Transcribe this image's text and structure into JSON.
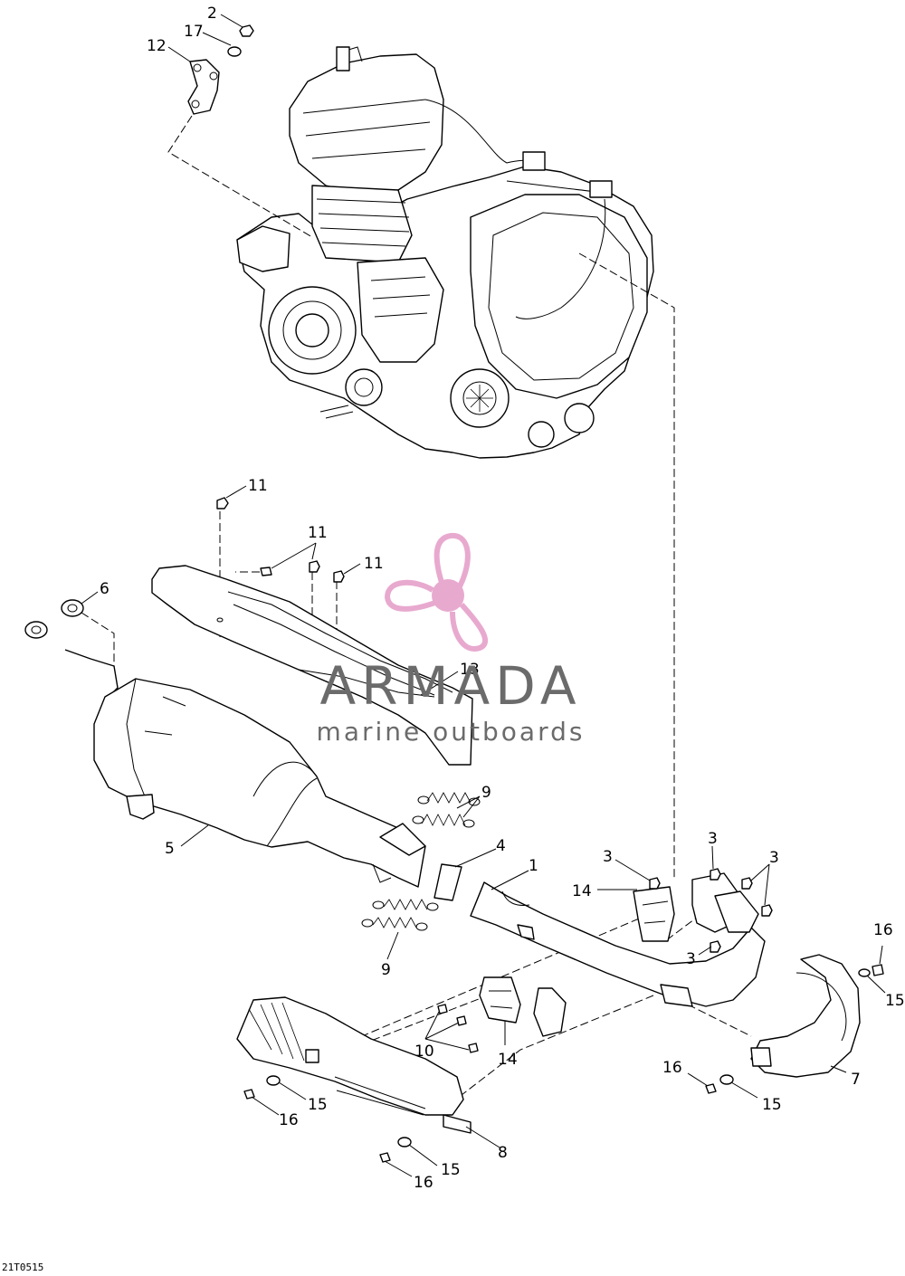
{
  "diagram_code": "21T0515",
  "watermark": {
    "brand": "ARMADA",
    "tagline": "marine outboards",
    "color_pink": "#e8a9cf",
    "color_gray": "#6b6b6b"
  },
  "callouts": {
    "c1": "1",
    "c2": "2",
    "c3a": "3",
    "c3b": "3",
    "c3c": "3",
    "c3d": "3",
    "c4": "4",
    "c5": "5",
    "c6": "6",
    "c7": "7",
    "c8": "8",
    "c9a": "9",
    "c9b": "9",
    "c10": "10",
    "c11a": "11",
    "c11b": "11",
    "c11c": "11",
    "c12": "12",
    "c13": "13",
    "c14a": "14",
    "c14b": "14",
    "c15a": "15",
    "c15b": "15",
    "c15c": "15",
    "c15d": "15",
    "c16a": "16",
    "c16b": "16",
    "c16c": "16",
    "c16d": "16",
    "c17": "17"
  }
}
